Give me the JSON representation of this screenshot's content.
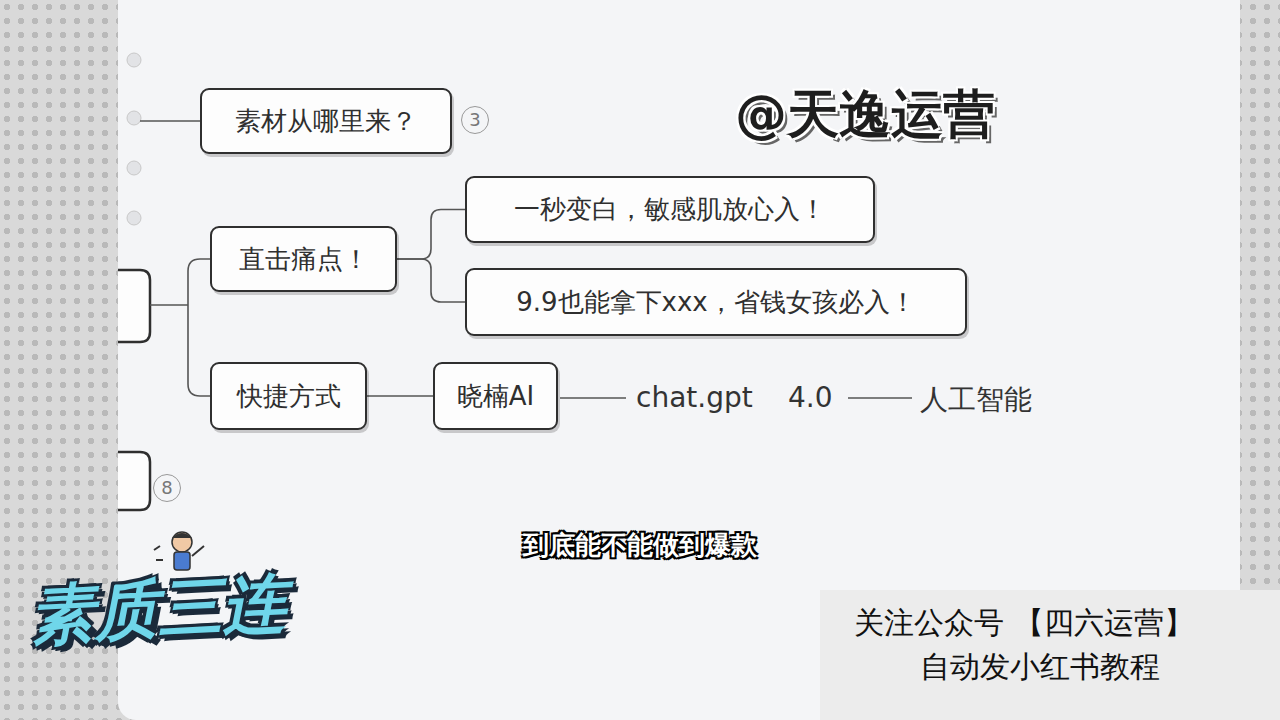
{
  "diagram": {
    "nodes": [
      {
        "text": [
          "素材从哪里来？"
        ]
      },
      {
        "text": [
          "直击痛点！"
        ]
      },
      {
        "text": [
          "一秒变白，敏感肌放心入！"
        ]
      },
      {
        "text": [
          "9.9也能拿下xxx，省钱女孩必入！"
        ]
      },
      {
        "text": [
          "快捷方式"
        ]
      },
      {
        "text": [
          "晓楠AI"
        ]
      },
      {
        "text": [
          "关注公众号 【四六运营】",
          "自动发小红书教程"
        ]
      }
    ],
    "edges": [
      {
        "from": 1,
        "to": 2,
        "arrow": "none"
      },
      {
        "from": 1,
        "to": 3,
        "arrow": "none"
      },
      {
        "from": 4,
        "to": 5,
        "arrow": "none"
      }
    ],
    "labels": [
      "3",
      "8",
      "chat.gpt",
      "4.0",
      "人工智能",
      "@天逸运营",
      "到底能不能做到爆款",
      "素质三连"
    ]
  }
}
